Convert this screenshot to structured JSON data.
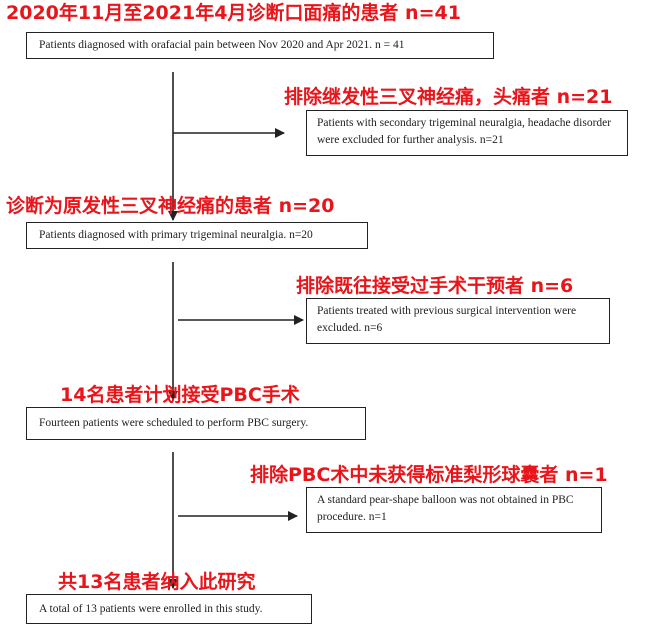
{
  "steps": [
    {
      "cn": "2020年11月至2021年4月诊断口面痛的患者  n=41",
      "en": "Patients diagnosed with orafacial pain between Nov 2020 and  Apr 2021. n = 41"
    },
    {
      "cn": "诊断为原发性三叉神经痛的患者  n=20",
      "en": "Patients diagnosed with primary trigeminal neuralgia. n=20"
    },
    {
      "cn": "14名患者计划接受PBC手术",
      "en": "Fourteen patients were scheduled to perform PBC surgery."
    },
    {
      "cn": "共13名患者纳入此研究",
      "en": "A total of 13 patients were enrolled in this study."
    }
  ],
  "exclusions": [
    {
      "cn": "排除继发性三叉神经痛，头痛者  n=21",
      "en": "Patients with secondary trigeminal neuralgia, headache disorder were excluded for further analysis. n=21"
    },
    {
      "cn": "排除既往接受过手术干预者  n=6",
      "en": "Patients treated with previous surgical intervention were excluded. n=6"
    },
    {
      "cn": "排除PBC术中未获得标准梨形球囊者  n=1",
      "en": "A standard pear-shape balloon was not obtained in PBC procedure. n=1"
    }
  ]
}
